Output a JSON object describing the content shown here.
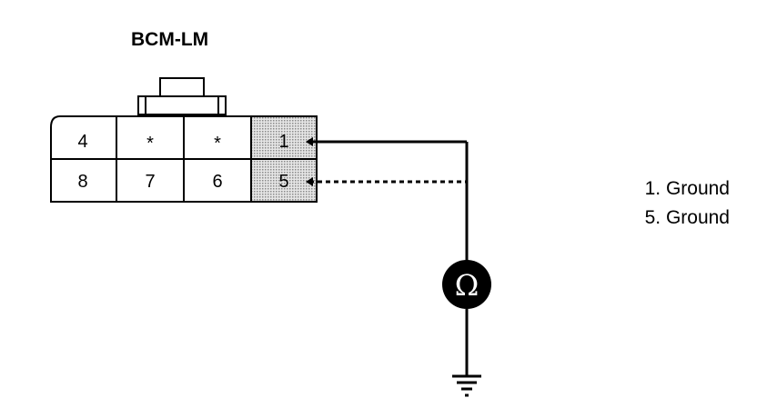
{
  "title": "BCM-LM",
  "connector": {
    "pins": [
      {
        "label": "4"
      },
      {
        "label": "*"
      },
      {
        "label": "*"
      },
      {
        "label": "1"
      },
      {
        "label": "8"
      },
      {
        "label": "7"
      },
      {
        "label": "6"
      },
      {
        "label": "5"
      }
    ]
  },
  "meter": {
    "symbol": "Ω",
    "icon": "ohmmeter-icon"
  },
  "legend": [
    "1. Ground",
    "5. Ground"
  ],
  "colors": {
    "line": "#000000",
    "shade": "#b9b9b9"
  }
}
